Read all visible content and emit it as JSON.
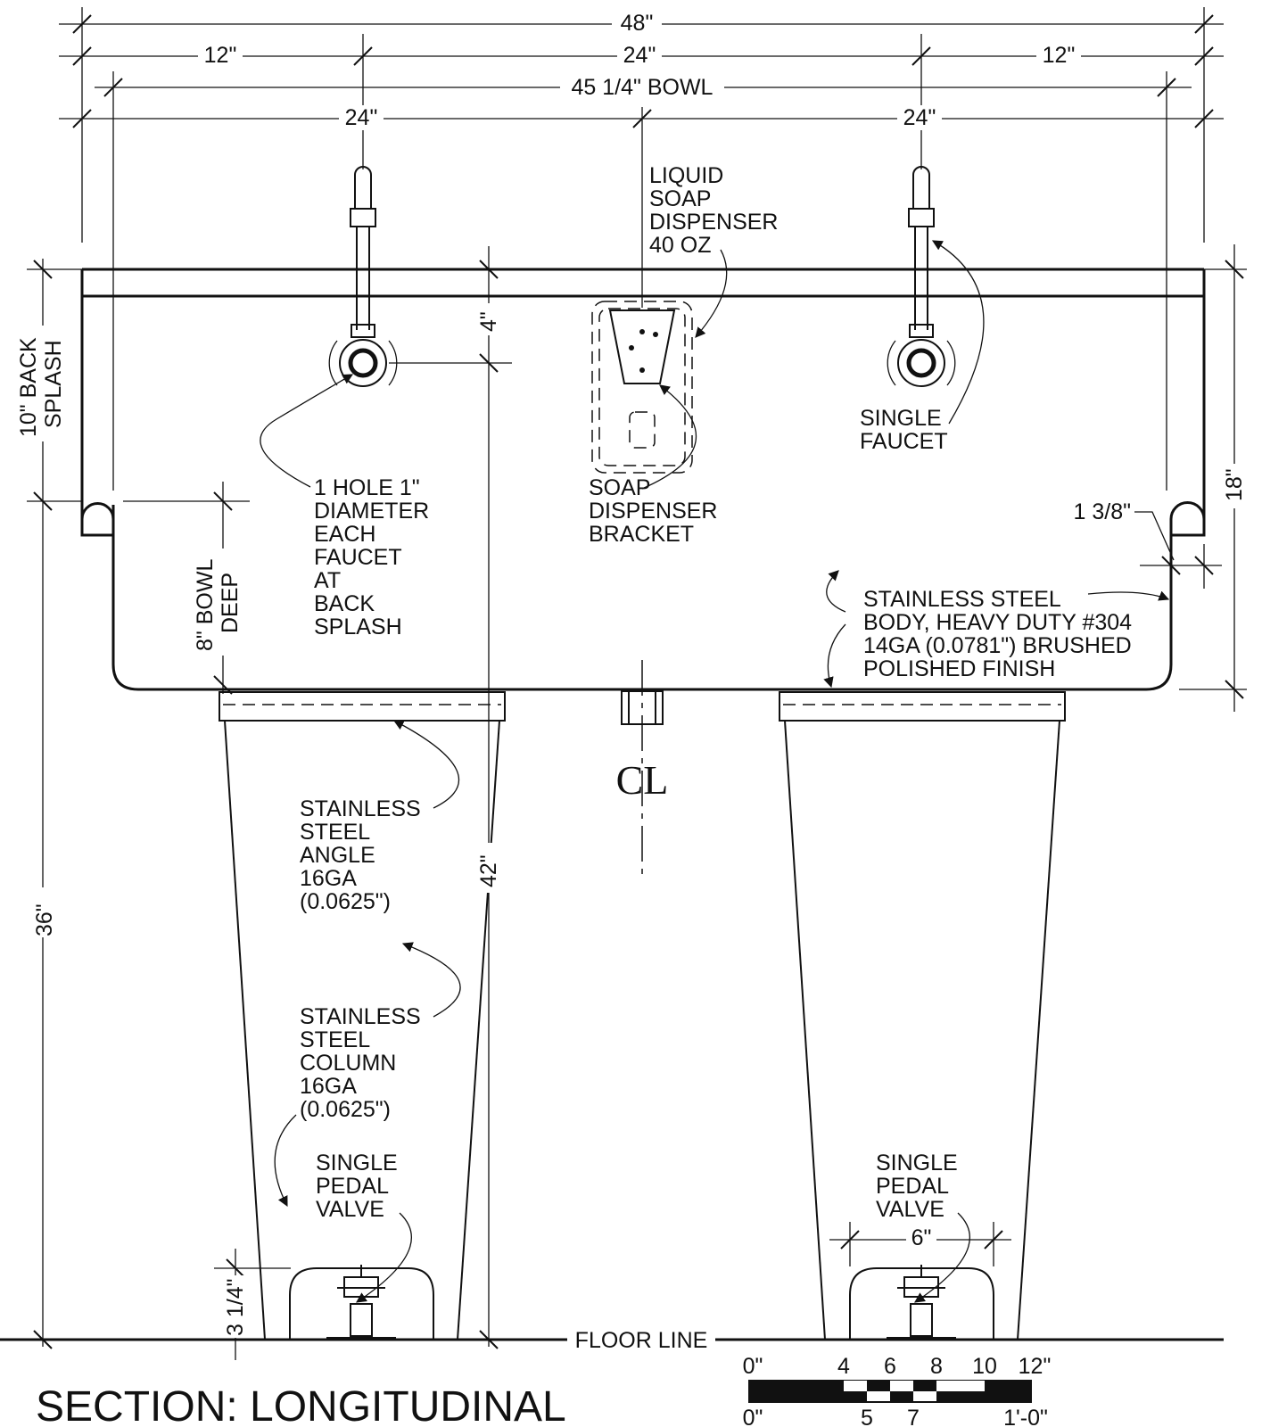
{
  "dimensions": {
    "overall_width": "48\"",
    "left_offset": "12\"",
    "center_span": "24\"",
    "right_offset": "12\"",
    "bowl_length": "45 1/4\" BOWL",
    "left_span": "24\"",
    "right_span": "24\"",
    "back_splash": "10\" BACK SPLASH",
    "bowl_deep": "8\" BOWL DEEP",
    "faucet_height": "4\"",
    "overall_height": "42\"",
    "rim_height": "36\"",
    "front_height": "18\"",
    "radius": "1 3/8\"",
    "pedal_width": "6\"",
    "pedal_height": "3 1/4\""
  },
  "labels": {
    "liquid_soap": [
      "LIQUID",
      "SOAP",
      "DISPENSER",
      "40 OZ"
    ],
    "single_faucet": [
      "SINGLE",
      "FAUCET"
    ],
    "faucet_hole": [
      "1 HOLE 1\"",
      "DIAMETER",
      "EACH",
      "FAUCET",
      "AT",
      "BACK",
      "SPLASH"
    ],
    "soap_bracket": [
      "SOAP",
      "DISPENSER",
      "BRACKET"
    ],
    "body_spec": [
      "STAINLESS STEEL",
      "BODY, HEAVY DUTY #304",
      "14GA (0.0781\") BRUSHED",
      "POLISHED FINISH"
    ],
    "angle_spec": [
      "STAINLESS",
      "STEEL",
      "ANGLE",
      "16GA",
      "(0.0625\")"
    ],
    "column_spec": [
      "STAINLESS",
      "STEEL",
      "COLUMN",
      "16GA",
      "(0.0625\")"
    ],
    "pedal_left": [
      "SINGLE",
      "PEDAL",
      "VALVE"
    ],
    "pedal_right": [
      "SINGLE",
      "PEDAL",
      "VALVE"
    ],
    "floor_line": "FLOOR LINE",
    "centerline": "CL"
  },
  "scale_bar": {
    "top_ticks": [
      "0\"",
      "4",
      "6",
      "8",
      "10",
      "12\""
    ],
    "bottom_ticks": [
      "0\"",
      "5",
      "7",
      "1'-0\""
    ]
  },
  "title": "SECTION: LONGITUDINAL"
}
